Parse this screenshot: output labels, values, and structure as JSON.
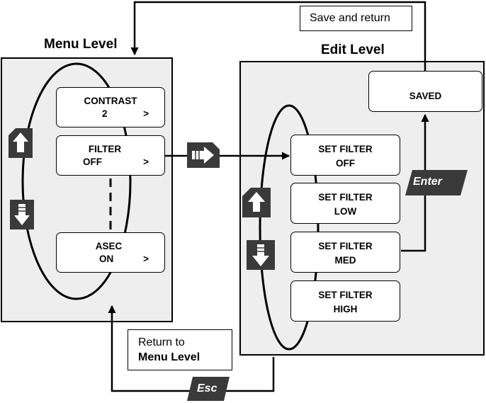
{
  "menu_level": {
    "heading": "Menu Level",
    "items": [
      {
        "label": "CONTRAST",
        "value": "2",
        "chevron": ">"
      },
      {
        "label": "FILTER",
        "value": "OFF",
        "chevron": ">"
      },
      {
        "label": "ASEC",
        "value": "ON",
        "chevron": ">"
      }
    ]
  },
  "edit_level": {
    "heading": "Edit Level",
    "items": [
      {
        "label": "SET FILTER",
        "value": "OFF"
      },
      {
        "label": "SET FILTER",
        "value": "LOW"
      },
      {
        "label": "SET FILTER",
        "value": "MED"
      },
      {
        "label": "SET FILTER",
        "value": "HIGH"
      }
    ],
    "saved": "SAVED"
  },
  "notes": {
    "save_and_return": "Save and return",
    "return_line1": "Return to",
    "return_line2": "Menu Level"
  },
  "keys": {
    "enter": "Enter",
    "esc": "Esc",
    "up_icon": "up-arrow-key-icon",
    "down_icon": "down-arrow-key-icon",
    "right_icon": "right-arrow-key-icon"
  },
  "colors": {
    "panel": "#eeeeee",
    "key": "#3a3a3a"
  }
}
